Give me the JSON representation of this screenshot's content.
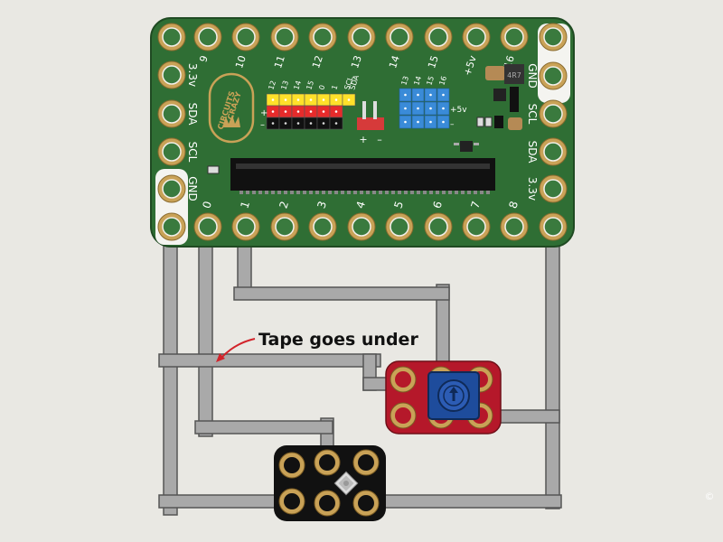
{
  "board": {
    "logo": {
      "line1": "CRAZY",
      "line2": "CIRCUITS"
    },
    "top_pins": [
      "9",
      "10",
      "11",
      "12",
      "13",
      "14",
      "15",
      "+5v",
      "16"
    ],
    "left_pins": [
      "3.3v",
      "SDA",
      "SCL",
      "GND"
    ],
    "right_pins": [
      "GND",
      "SCL",
      "SDA",
      "3.3v"
    ],
    "bottom_pins": [
      "0",
      "1",
      "2",
      "3",
      "4",
      "5",
      "6",
      "7",
      "8"
    ],
    "header_labels": [
      "12",
      "13",
      "14",
      "15",
      "0",
      "1",
      "SCL",
      "SDA"
    ],
    "header_rows": [
      "+",
      "–"
    ],
    "power_labels": [
      "+",
      "–"
    ],
    "servo_labels": [
      "13",
      "14",
      "15",
      "16"
    ],
    "servo_row_labels": [
      "+5v",
      "–"
    ],
    "inductor_label": "4R7"
  },
  "annotation": {
    "text": "Tape goes under"
  },
  "colors": {
    "pcb_green": "#2f6e34",
    "gold": "#c9a257",
    "tape_gray": "#a9a9a9",
    "pot_board": "#b5182a",
    "knob_blue": "#1e4c9c",
    "led_board": "#111111"
  },
  "copyright": "©"
}
